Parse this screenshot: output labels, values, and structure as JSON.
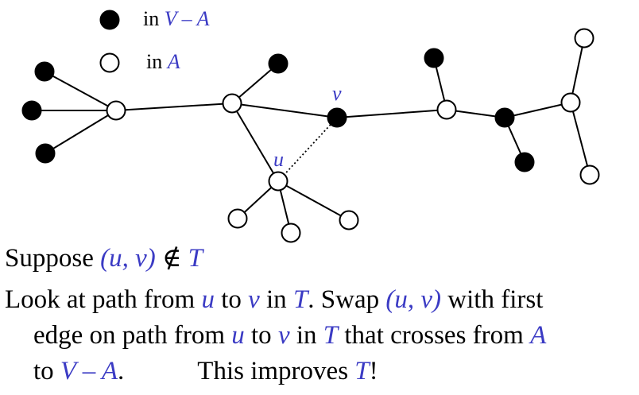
{
  "legend": {
    "black_label_prefix": "in ",
    "black_label_set": "V – A",
    "white_label_prefix": "in ",
    "white_label_set": "A"
  },
  "labels": {
    "u": "u",
    "v": "v"
  },
  "text": {
    "line1": {
      "a": "Suppose ",
      "b": "(u, v)",
      "c": " ∉ ",
      "d": "T"
    },
    "line2": {
      "a": "Look at path from ",
      "b": "u",
      "c": " to ",
      "d": "v",
      "e": " in ",
      "f": "T",
      "g": ". Swap ",
      "h": "(u, v)",
      "i": " with first"
    },
    "line3": {
      "a": "edge on path from ",
      "b": "u",
      "c": " to ",
      "d": "v",
      "e": " in ",
      "f": "T",
      "g": " that crosses from ",
      "h": "A"
    },
    "line4": {
      "a": "to ",
      "b": "V – A",
      "c": ".",
      "d": "This improves ",
      "e": "T",
      "f": "!"
    }
  },
  "colors": {
    "accent": "#3b3bc4",
    "node_black": "#000000",
    "node_white": "#ffffff",
    "edge": "#000000"
  }
}
